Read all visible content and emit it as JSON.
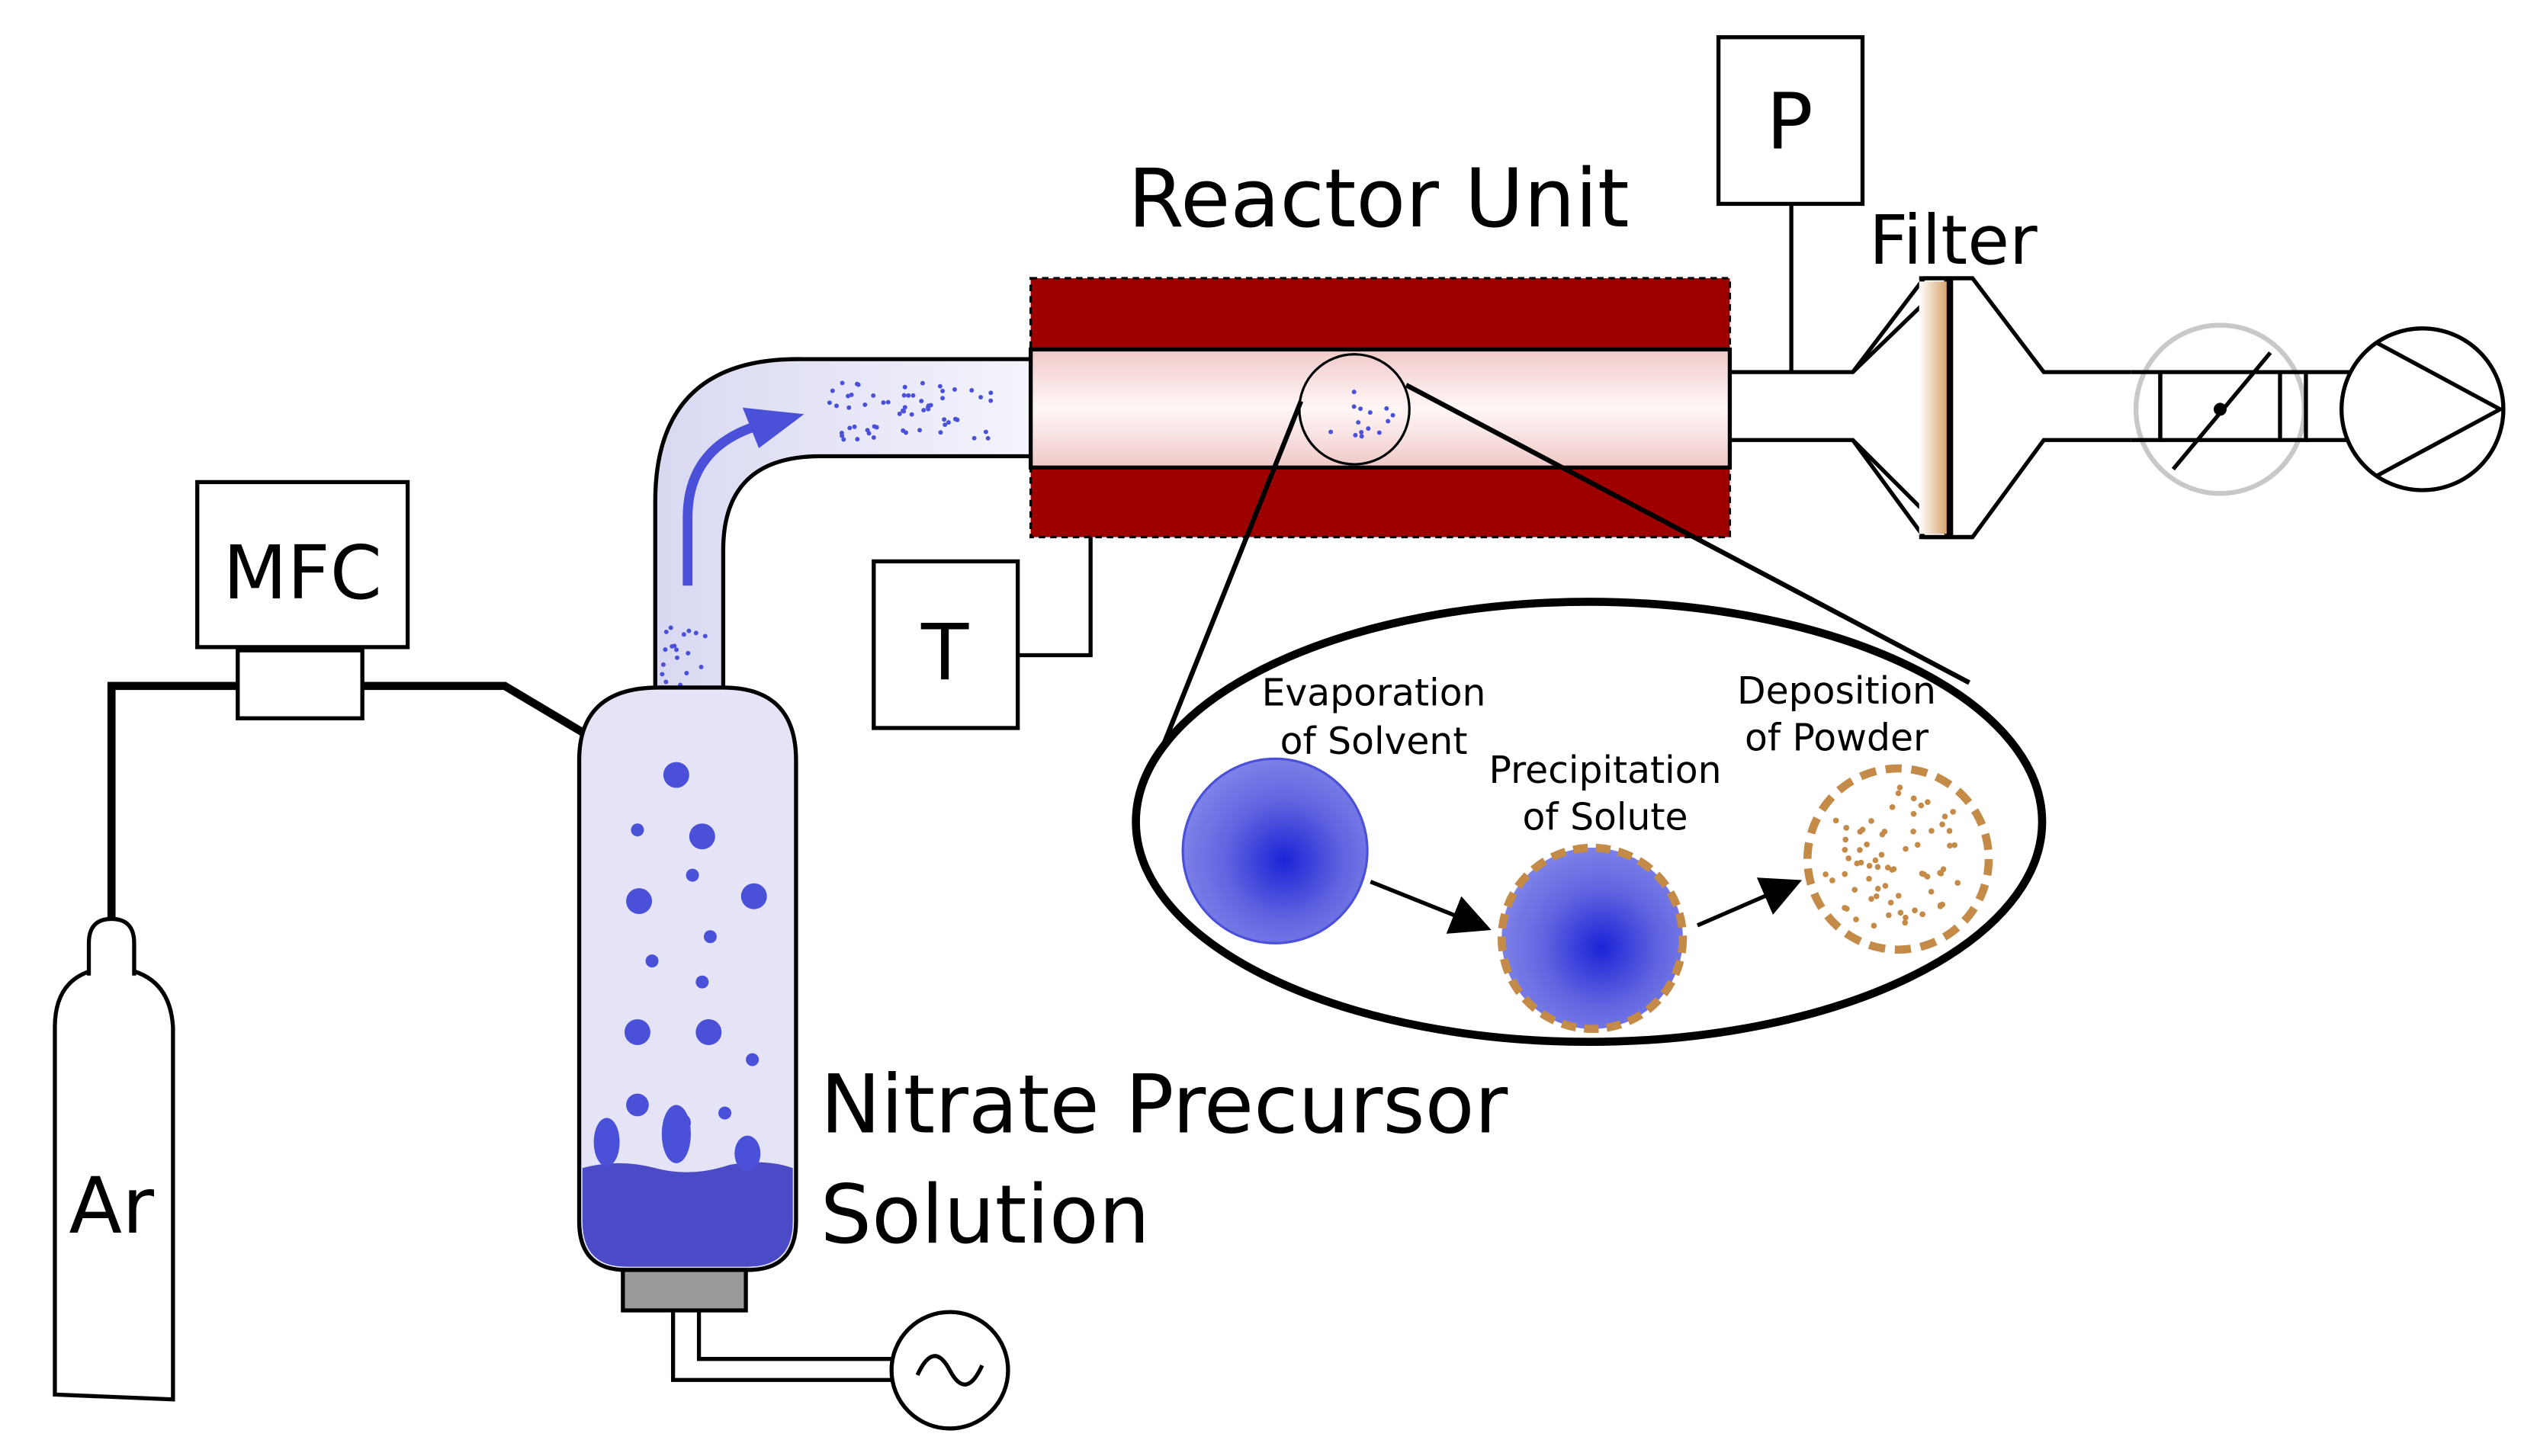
{
  "labels": {
    "reactor_unit": "Reactor Unit",
    "filter": "Filter",
    "mfc": "MFC",
    "pressure": "P",
    "temperature": "T",
    "argon": "Ar",
    "solution_line1": "Nitrate Precursor",
    "solution_line2": "Solution"
  },
  "stages": [
    {
      "line1": "Evaporation",
      "line2": "of Solvent"
    },
    {
      "line1": "Precipitation",
      "line2": "of Solute"
    },
    {
      "line1": "Deposition",
      "line2": "of Powder"
    }
  ],
  "colors": {
    "reactor_shell": "#9e0000",
    "reactor_bore": "#f7e3e3",
    "droplet_blue": "#4a50d8",
    "liquid": "#4b4bc8",
    "vessel_fill": "#e4e4f6",
    "powder": "#c38a48",
    "filter_medium": "#d9a56b",
    "pump_outline": "#c8c8c8"
  }
}
